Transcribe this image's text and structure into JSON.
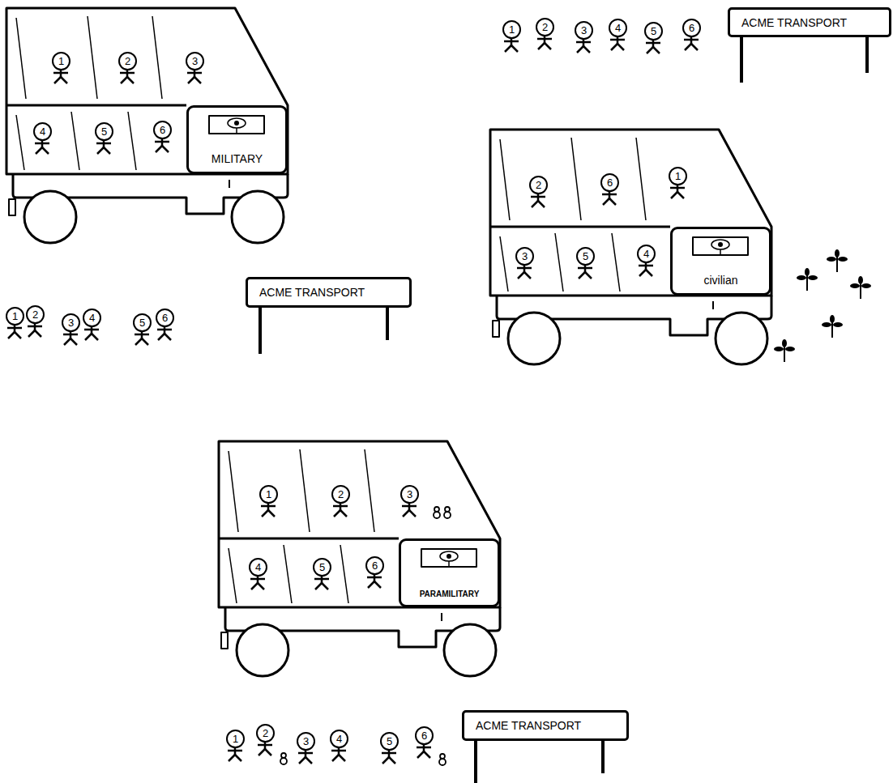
{
  "diagram": {
    "nodes": [
      {
        "text": [
          "MILITARY"
        ]
      },
      {
        "text": [
          "1"
        ]
      },
      {
        "text": [
          "2"
        ]
      },
      {
        "text": [
          "3"
        ]
      },
      {
        "text": [
          "4"
        ]
      },
      {
        "text": [
          "5"
        ]
      },
      {
        "text": [
          "6"
        ]
      },
      {
        "text": [
          "1"
        ]
      },
      {
        "text": [
          "2"
        ]
      },
      {
        "text": [
          "3"
        ]
      },
      {
        "text": [
          "4"
        ]
      },
      {
        "text": [
          "5"
        ]
      },
      {
        "text": [
          "6"
        ]
      },
      {
        "text": [
          "ACME TRANSPORT"
        ]
      },
      {
        "text": [
          "1"
        ]
      },
      {
        "text": [
          "2"
        ]
      },
      {
        "text": [
          "3"
        ]
      },
      {
        "text": [
          "4"
        ]
      },
      {
        "text": [
          "5"
        ]
      },
      {
        "text": [
          "6"
        ]
      },
      {
        "text": [
          "ACME TRANSPORT"
        ]
      },
      {
        "text": [
          "civilian"
        ]
      },
      {
        "text": [
          "2"
        ]
      },
      {
        "text": [
          "6"
        ]
      },
      {
        "text": [
          "1"
        ]
      },
      {
        "text": [
          "3"
        ]
      },
      {
        "text": [
          "5"
        ]
      },
      {
        "text": [
          "4"
        ]
      },
      {
        "text": [
          "PARAMILITARY"
        ]
      },
      {
        "text": [
          "1"
        ]
      },
      {
        "text": [
          "2"
        ]
      },
      {
        "text": [
          "3"
        ]
      },
      {
        "text": [
          "4"
        ]
      },
      {
        "text": [
          "5"
        ]
      },
      {
        "text": [
          "6"
        ]
      },
      {
        "text": [
          "1"
        ]
      },
      {
        "text": [
          "2"
        ]
      },
      {
        "text": [
          "3"
        ]
      },
      {
        "text": [
          "4"
        ]
      },
      {
        "text": [
          "5"
        ]
      },
      {
        "text": [
          "6"
        ]
      },
      {
        "text": [
          "ACME TRANSPORT"
        ]
      }
    ]
  }
}
